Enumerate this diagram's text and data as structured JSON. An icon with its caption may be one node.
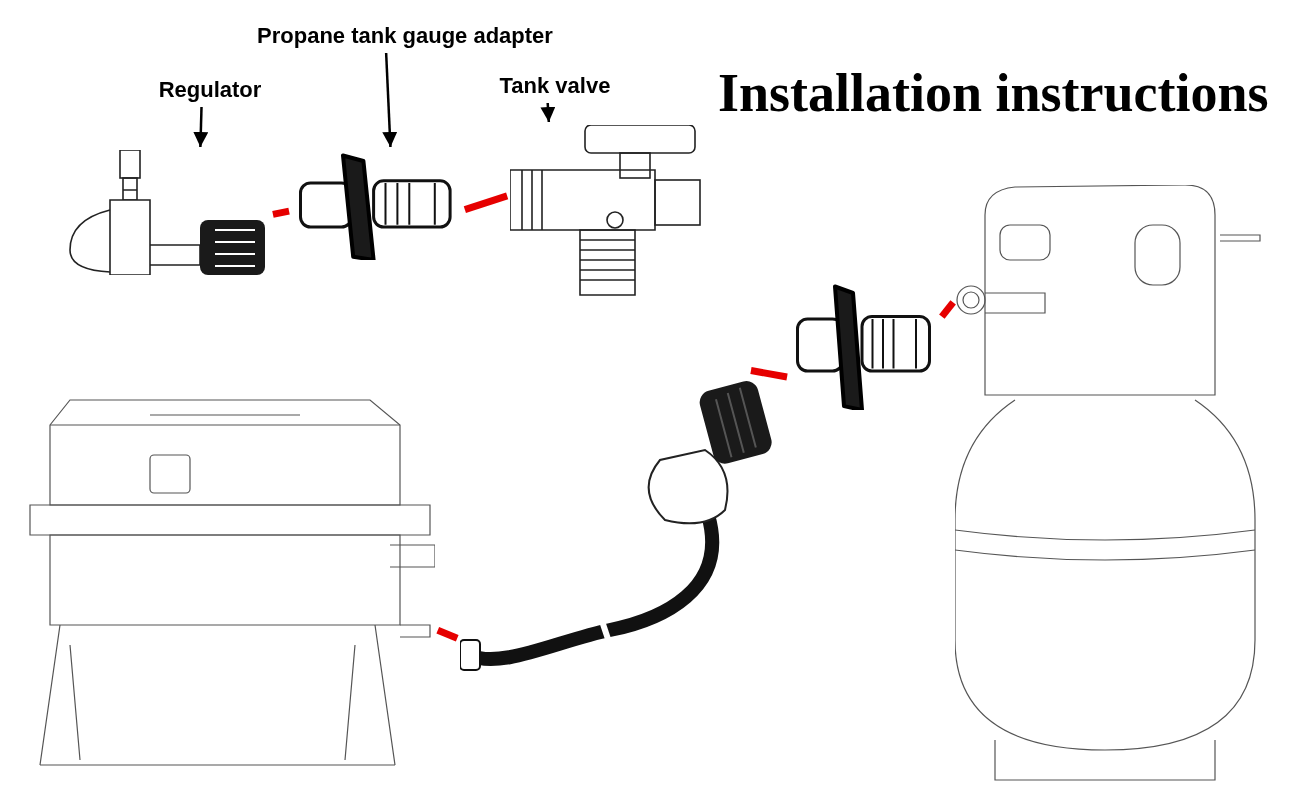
{
  "diagram": {
    "title": "Installation instructions",
    "nodes": [
      {
        "text": [
          "Regulator"
        ]
      },
      {
        "text": [
          "Propane tank gauge adapter"
        ]
      },
      {
        "text": [
          "Tank valve"
        ]
      },
      {
        "text": [],
        "shape": "picture"
      },
      {
        "text": [],
        "shape": "picture"
      },
      {
        "text": [],
        "shape": "picture"
      },
      {
        "text": [],
        "shape": "picture"
      },
      {
        "text": [],
        "shape": "picture"
      },
      {
        "text": [],
        "shape": "picture"
      },
      {
        "text": [],
        "shape": "picture"
      }
    ],
    "edges": [
      {
        "from": 0,
        "to": 3,
        "arrow": "to",
        "color": "#000000"
      },
      {
        "from": 1,
        "to": 4,
        "arrow": "to",
        "color": "#000000"
      },
      {
        "from": 2,
        "to": 5,
        "arrow": "to",
        "color": "#000000"
      },
      {
        "from": 3,
        "to": 4,
        "arrow": "none",
        "color": "#e60000"
      },
      {
        "from": 4,
        "to": 5,
        "arrow": "none",
        "color": "#e60000"
      },
      {
        "from": 8,
        "to": 7,
        "arrow": "none",
        "color": "#e60000"
      },
      {
        "from": 8,
        "to": 9,
        "arrow": "none",
        "color": "#e60000"
      },
      {
        "from": 7,
        "to": 6,
        "arrow": "none",
        "color": "#e60000"
      }
    ]
  }
}
